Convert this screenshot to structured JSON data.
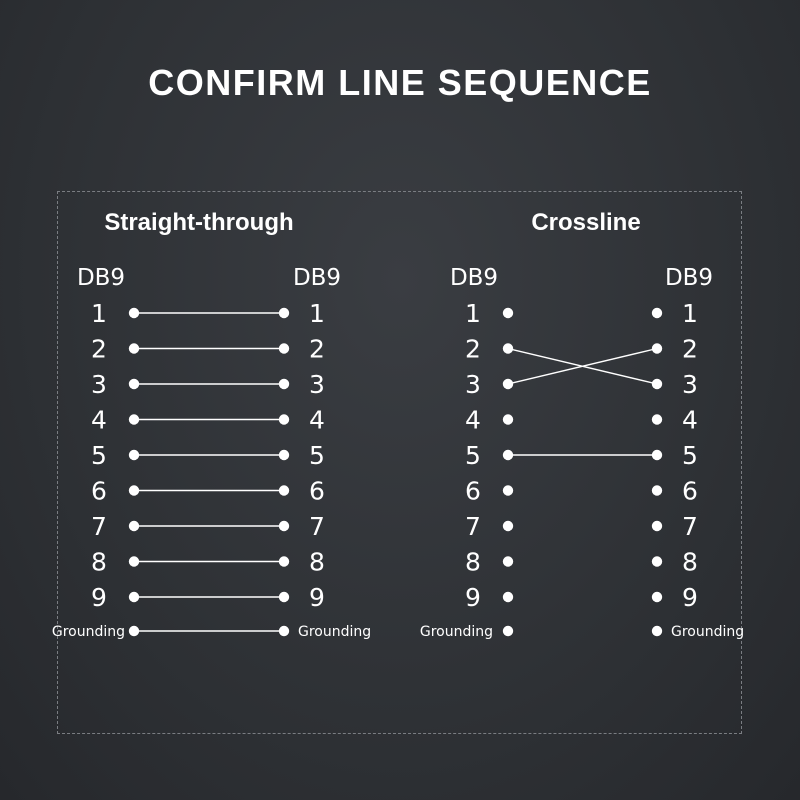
{
  "title": "CONFIRM LINE SEQUENCE",
  "straight": {
    "heading": "Straight-through",
    "left_header": "DB9",
    "right_header": "DB9",
    "pins": [
      "1",
      "2",
      "3",
      "4",
      "5",
      "6",
      "7",
      "8",
      "9",
      "Grounding"
    ],
    "connections": [
      [
        1,
        1
      ],
      [
        2,
        2
      ],
      [
        3,
        3
      ],
      [
        4,
        4
      ],
      [
        5,
        5
      ],
      [
        6,
        6
      ],
      [
        7,
        7
      ],
      [
        8,
        8
      ],
      [
        9,
        9
      ],
      [
        10,
        10
      ]
    ]
  },
  "cross": {
    "heading": "Crossline",
    "left_header": "DB9",
    "right_header": "DB9",
    "pins": [
      "1",
      "2",
      "3",
      "4",
      "5",
      "6",
      "7",
      "8",
      "9",
      "Grounding"
    ],
    "connections": [
      [
        2,
        3
      ],
      [
        3,
        2
      ],
      [
        5,
        5
      ]
    ]
  }
}
